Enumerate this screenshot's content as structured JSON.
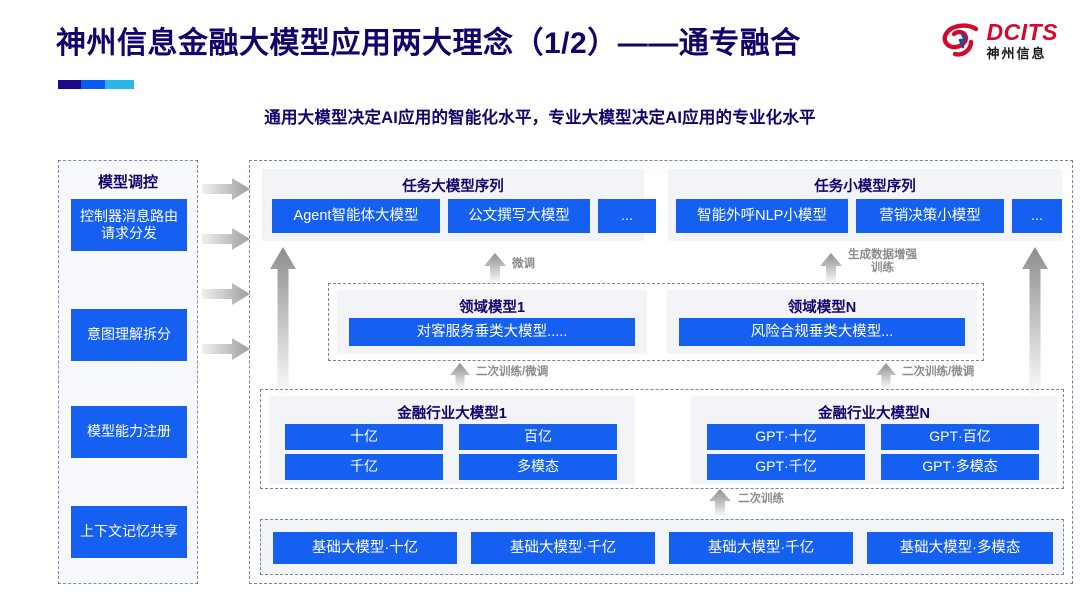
{
  "header": {
    "title": "神州信息金融大模型应用两大理念（1/2）——通专融合",
    "subtitle": "通用大模型决定AI应用的智能化水平，专业大模型决定AI应用的专业化水平",
    "accent_colors": [
      "#1b0a8c",
      "#0a5bf0",
      "#29b6e8"
    ]
  },
  "logo": {
    "name_en": "DCITS",
    "name_cn": "神州信息",
    "mark_icon": "dcits-swirl-icon",
    "color": "#d6072c"
  },
  "sidebar": {
    "title": "模型调控",
    "items": [
      {
        "label": "控制器消息路由请求分发"
      },
      {
        "label": "意图理解拆分"
      },
      {
        "label": "模型能力注册"
      },
      {
        "label": "上下文记忆共享"
      }
    ],
    "arrow_icon": "right-arrow-icon",
    "arrow_count": 4
  },
  "diagram": {
    "task_layer": {
      "groups": [
        {
          "title": "任务大模型序列",
          "boxes": [
            "Agent智能体大模型",
            "公文撰写大模型",
            "..."
          ]
        },
        {
          "title": "任务小模型序列",
          "boxes": [
            "智能外呼NLP小模型",
            "营销决策小模型",
            "..."
          ]
        }
      ]
    },
    "domain_layer": {
      "groups": [
        {
          "title": "领域模型1",
          "boxes": [
            "对客服务垂类大模型....."
          ]
        },
        {
          "title": "领域模型N",
          "boxes": [
            "风险合规垂类大模型..."
          ]
        }
      ]
    },
    "industry_layer": {
      "groups": [
        {
          "title": "金融行业大模型1",
          "boxes": [
            "十亿",
            "百亿",
            "千亿",
            "多模态"
          ]
        },
        {
          "title": "金融行业大模型N",
          "boxes": [
            "GPT·十亿",
            "GPT·百亿",
            "GPT·千亿",
            "GPT·多模态"
          ]
        }
      ]
    },
    "foundation_layer": {
      "boxes": [
        "基础大模型·十亿",
        "基础大模型·千亿",
        "基础大模型·千亿",
        "基础大模型·多模态"
      ]
    },
    "arrow_labels": {
      "fine_tune": "微调",
      "data_augment": "生成数据增强\n训练",
      "retrain_tune_left": "二次训练/微调",
      "retrain_tune_right": "二次训练/微调",
      "retrain": "二次训练"
    },
    "box_color": "#1560f0",
    "arrow_icon": "up-arrow-icon"
  }
}
